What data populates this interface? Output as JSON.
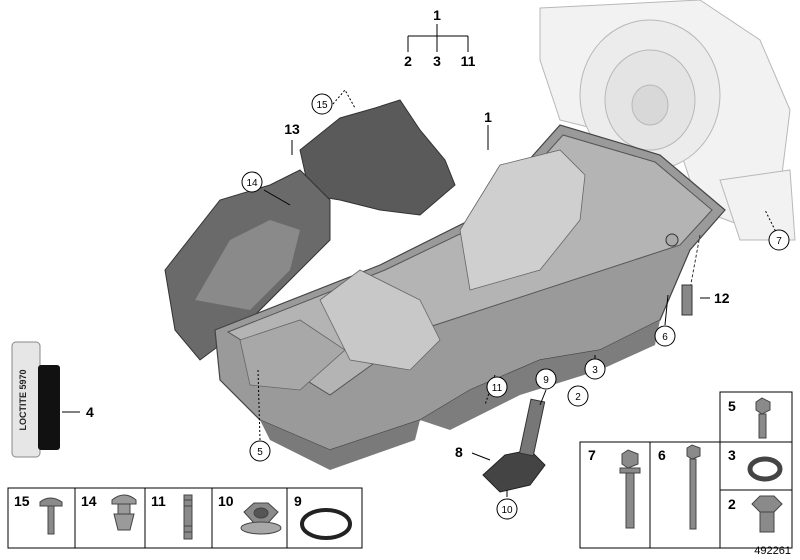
{
  "diagram": {
    "id": "492261",
    "tube_text": "LOCTITE 5970",
    "callouts": {
      "c1_top": "1",
      "c2_top": "2",
      "c3_top": "3",
      "c11_top": "11",
      "c1_main": "1",
      "c13": "13",
      "c15": "15",
      "c14": "14",
      "c7_right": "7",
      "c12": "12",
      "c6": "6",
      "c3_mid": "3",
      "c2_mid": "2",
      "c9": "9",
      "c11_mid": "11",
      "c8": "8",
      "c10": "10",
      "c5_mid": "5",
      "c4": "4"
    },
    "bottom_table": [
      "15",
      "14",
      "11",
      "10",
      "9"
    ],
    "right_table": {
      "r5": "5",
      "r7": "7",
      "r6": "6",
      "r3": "3",
      "r2": "2"
    }
  }
}
